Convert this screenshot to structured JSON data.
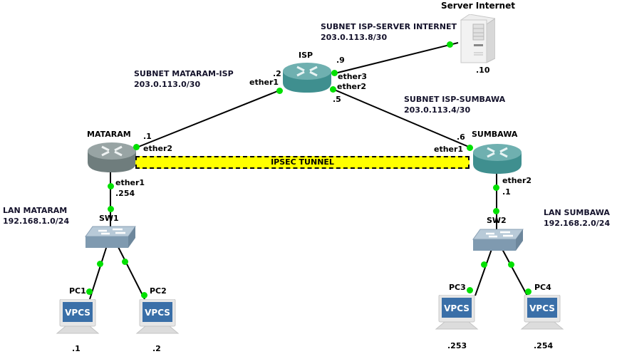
{
  "colors": {
    "router_gray": "#6f7d7d",
    "router_teal": "#3f8f8f",
    "port_green": "#00e000",
    "tunnel_fill": "#ffff00",
    "note_text": "#14122b"
  },
  "nodes": {
    "server": {
      "name": "Server Internet",
      "ip": ".10",
      "icon": "server-icon"
    },
    "isp": {
      "name": "ISP",
      "icon": "router-icon"
    },
    "mataram": {
      "name": "MATARAM",
      "icon": "router-icon"
    },
    "sumbawa": {
      "name": "SUMBAWA",
      "icon": "router-icon"
    },
    "sw1": {
      "name": "SW1",
      "icon": "switch-icon"
    },
    "sw2": {
      "name": "SW2",
      "icon": "switch-icon"
    },
    "pc1": {
      "name": "PC1",
      "ip": ".1",
      "screen": "VPCS"
    },
    "pc2": {
      "name": "PC2",
      "ip": ".2",
      "screen": "VPCS"
    },
    "pc3": {
      "name": "PC3",
      "ip": ".253",
      "screen": "VPCS"
    },
    "pc4": {
      "name": "PC4",
      "ip": ".254",
      "screen": "VPCS"
    }
  },
  "interfaces": {
    "isp_ether1": {
      "name": "ether1",
      "ip": ".2"
    },
    "isp_ether2": {
      "name": "ether2",
      "ip": ".5"
    },
    "isp_ether3": {
      "name": "ether3",
      "ip": ".9"
    },
    "mataram_ether2": {
      "name": "ether2",
      "ip": ".1"
    },
    "mataram_ether1": {
      "name": "ether1",
      "ip": ".254"
    },
    "sumbawa_ether1": {
      "name": "ether1",
      "ip": ".6"
    },
    "sumbawa_ether2": {
      "name": "ether2",
      "ip": ".1"
    }
  },
  "subnets": {
    "isp_server": {
      "title": "SUBNET ISP-SERVER INTERNET",
      "cidr": "203.0.113.8/30"
    },
    "mataram_isp": {
      "title": "SUBNET MATARAM-ISP",
      "cidr": "203.0.113.0/30"
    },
    "isp_sumbawa": {
      "title": "SUBNET ISP-SUMBAWA",
      "cidr": "203.0.113.4/30"
    },
    "lan_mataram": {
      "title": "LAN MATARAM",
      "cidr": "192.168.1.0/24"
    },
    "lan_sumbawa": {
      "title": "LAN SUMBAWA",
      "cidr": "192.168.2.0/24"
    }
  },
  "tunnel": {
    "label": "IPSEC TUNNEL"
  }
}
